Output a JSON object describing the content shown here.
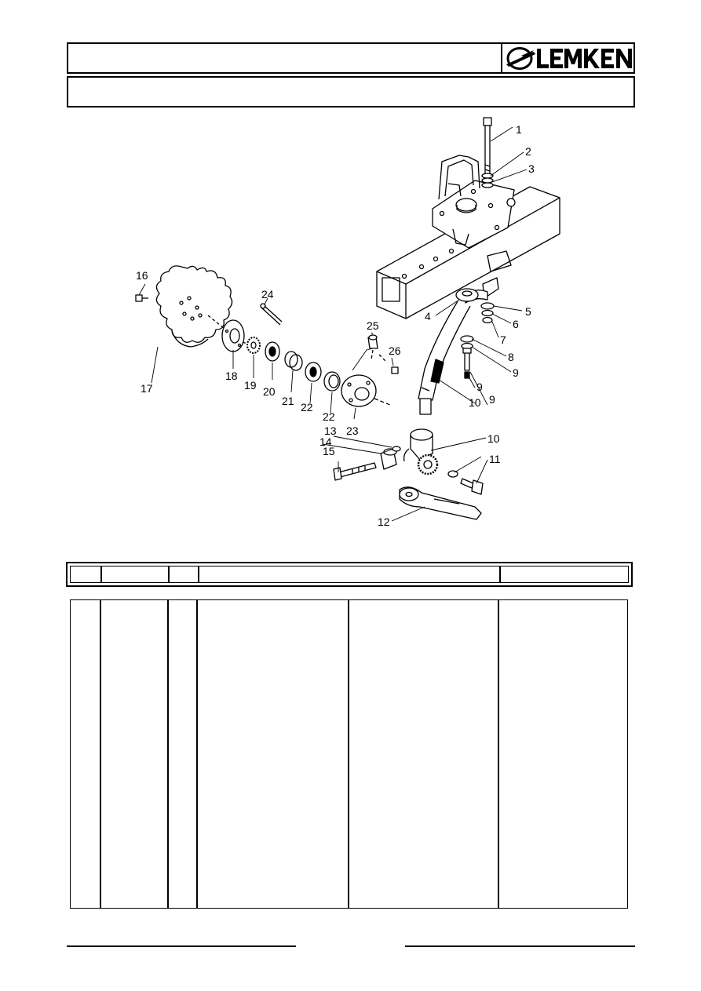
{
  "brand": {
    "name": "LEMKEN",
    "logo_icon": "lemken-swoosh-icon"
  },
  "diagram": {
    "callouts": [
      "1",
      "2",
      "3",
      "4",
      "5",
      "6",
      "7",
      "8",
      "9",
      "9",
      "9",
      "10",
      "10",
      "11",
      "12",
      "13",
      "14",
      "15",
      "16",
      "17",
      "18",
      "19",
      "20",
      "21",
      "22",
      "22",
      "23",
      "24",
      "25",
      "26"
    ]
  },
  "table": {
    "columns": 6,
    "rows": []
  },
  "footer": {}
}
